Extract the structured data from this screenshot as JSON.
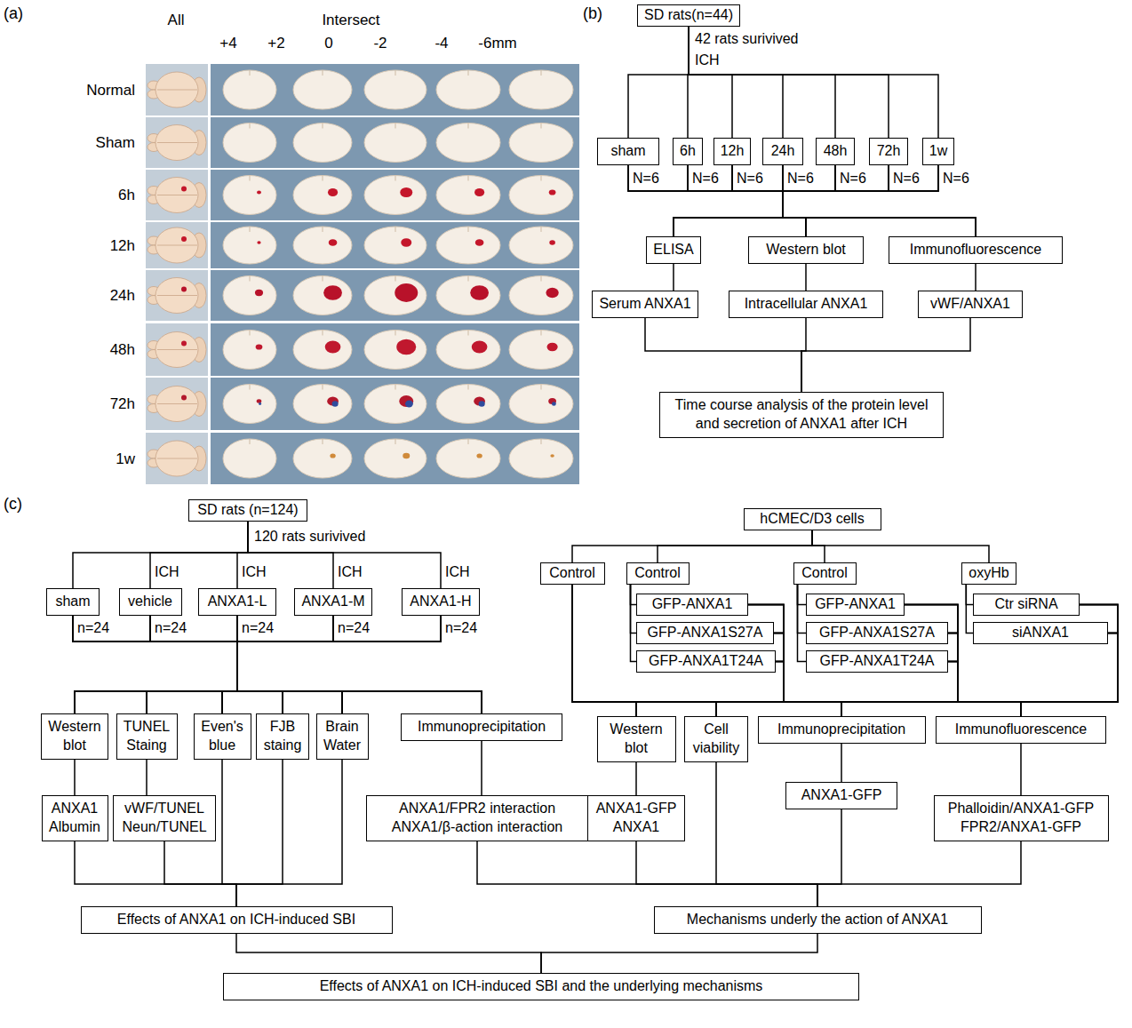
{
  "diagram": {
    "nodes": [
      {
        "text": [
          "SD rats(n=44)"
        ]
      },
      {
        "text": [
          "sham"
        ]
      },
      {
        "text": [
          "6h"
        ]
      },
      {
        "text": [
          "12h"
        ]
      },
      {
        "text": [
          "24h"
        ]
      },
      {
        "text": [
          "48h"
        ]
      },
      {
        "text": [
          "72h"
        ]
      },
      {
        "text": [
          "1w"
        ]
      },
      {
        "text": [
          "ELISA"
        ]
      },
      {
        "text": [
          "Western blot"
        ]
      },
      {
        "text": [
          "Immunofluorescence"
        ]
      },
      {
        "text": [
          "Serum ANXA1"
        ]
      },
      {
        "text": [
          "Intracellular ANXA1"
        ]
      },
      {
        "text": [
          "vWF/ANXA1"
        ]
      },
      {
        "text": [
          "Time course analysis of the protein level and secretion of ANXA1 after ICH"
        ]
      },
      {
        "text": [
          "SD rats (n=124)"
        ]
      },
      {
        "text": [
          "sham"
        ]
      },
      {
        "text": [
          "vehicle"
        ]
      },
      {
        "text": [
          "ANXA1-L"
        ]
      },
      {
        "text": [
          "ANXA1-M"
        ]
      },
      {
        "text": [
          "ANXA1-H"
        ]
      },
      {
        "text": [
          "Western blot"
        ]
      },
      {
        "text": [
          "TUNEL Staing"
        ]
      },
      {
        "text": [
          "Even's blue"
        ]
      },
      {
        "text": [
          "FJB staing"
        ]
      },
      {
        "text": [
          "Brain Water"
        ]
      },
      {
        "text": [
          "Immunoprecipitation"
        ]
      },
      {
        "text": [
          "ANXA1 Albumin"
        ]
      },
      {
        "text": [
          "vWF/TUNEL Neun/TUNEL"
        ]
      },
      {
        "text": [
          "ANXA1/FPR2 interaction ANXA1/β-action interaction"
        ]
      },
      {
        "text": [
          "hCMEC/D3 cells"
        ]
      },
      {
        "text": [
          "Control"
        ]
      },
      {
        "text": [
          "Control"
        ]
      },
      {
        "text": [
          "GFP-ANXA1"
        ]
      },
      {
        "text": [
          "GFP-ANXA1S27A"
        ]
      },
      {
        "text": [
          "GFP-ANXA1T24A"
        ]
      },
      {
        "text": [
          "Control"
        ]
      },
      {
        "text": [
          "GFP-ANXA1"
        ]
      },
      {
        "text": [
          "GFP-ANXA1S27A"
        ]
      },
      {
        "text": [
          "GFP-ANXA1T24A"
        ]
      },
      {
        "text": [
          "oxyHb"
        ]
      },
      {
        "text": [
          "Ctr siRNA"
        ]
      },
      {
        "text": [
          "siANXA1"
        ]
      },
      {
        "text": [
          "Western blot"
        ]
      },
      {
        "text": [
          "Cell viability"
        ]
      },
      {
        "text": [
          "Immunoprecipitation"
        ]
      },
      {
        "text": [
          "Immunofluorescence"
        ]
      },
      {
        "text": [
          "ANXA1-GFP ANXA1"
        ]
      },
      {
        "text": [
          "ANXA1-GFP"
        ]
      },
      {
        "text": [
          "Phalloidin/ANXA1-GFP FPR2/ANXA1-GFP"
        ]
      },
      {
        "text": [
          "Effects of ANXA1 on ICH-induced SBI"
        ]
      },
      {
        "text": [
          "Mechanisms underly the action of ANXA1"
        ]
      },
      {
        "text": [
          "Effects of ANXA1 on ICH-induced SBI and the underlying mechanisms"
        ]
      }
    ],
    "edges": [
      {
        "from": 0,
        "to": 1,
        "arrow": "none"
      },
      {
        "from": 0,
        "to": 2,
        "arrow": "none"
      },
      {
        "from": 0,
        "to": 3,
        "arrow": "none"
      },
      {
        "from": 0,
        "to": 4,
        "arrow": "none"
      },
      {
        "from": 0,
        "to": 5,
        "arrow": "none"
      },
      {
        "from": 0,
        "to": 6,
        "arrow": "none"
      },
      {
        "from": 0,
        "to": 7,
        "arrow": "none"
      },
      {
        "from": 1,
        "to": 8,
        "arrow": "none"
      },
      {
        "from": 1,
        "to": 9,
        "arrow": "none"
      },
      {
        "from": 1,
        "to": 10,
        "arrow": "none"
      },
      {
        "from": 2,
        "to": 8,
        "arrow": "none"
      },
      {
        "from": 2,
        "to": 9,
        "arrow": "none"
      },
      {
        "from": 2,
        "to": 10,
        "arrow": "none"
      },
      {
        "from": 3,
        "to": 8,
        "arrow": "none"
      },
      {
        "from": 3,
        "to": 9,
        "arrow": "none"
      },
      {
        "from": 3,
        "to": 10,
        "arrow": "none"
      },
      {
        "from": 4,
        "to": 8,
        "arrow": "none"
      },
      {
        "from": 4,
        "to": 9,
        "arrow": "none"
      },
      {
        "from": 4,
        "to": 10,
        "arrow": "none"
      },
      {
        "from": 5,
        "to": 8,
        "arrow": "none"
      },
      {
        "from": 5,
        "to": 9,
        "arrow": "none"
      },
      {
        "from": 5,
        "to": 10,
        "arrow": "none"
      },
      {
        "from": 6,
        "to": 8,
        "arrow": "none"
      },
      {
        "from": 6,
        "to": 9,
        "arrow": "none"
      },
      {
        "from": 6,
        "to": 10,
        "arrow": "none"
      },
      {
        "from": 7,
        "to": 8,
        "arrow": "none"
      },
      {
        "from": 7,
        "to": 9,
        "arrow": "none"
      },
      {
        "from": 7,
        "to": 10,
        "arrow": "none"
      },
      {
        "from": 8,
        "to": 11,
        "arrow": "none"
      },
      {
        "from": 9,
        "to": 12,
        "arrow": "none"
      },
      {
        "from": 10,
        "to": 13,
        "arrow": "none"
      },
      {
        "from": 11,
        "to": 14,
        "arrow": "none"
      },
      {
        "from": 12,
        "to": 14,
        "arrow": "none"
      },
      {
        "from": 13,
        "to": 14,
        "arrow": "none"
      },
      {
        "from": 15,
        "to": 16,
        "arrow": "none"
      },
      {
        "from": 15,
        "to": 17,
        "arrow": "none"
      },
      {
        "from": 15,
        "to": 18,
        "arrow": "none"
      },
      {
        "from": 15,
        "to": 19,
        "arrow": "none"
      },
      {
        "from": 15,
        "to": 20,
        "arrow": "none"
      },
      {
        "from": 16,
        "to": 21,
        "arrow": "none"
      },
      {
        "from": 16,
        "to": 22,
        "arrow": "none"
      },
      {
        "from": 16,
        "to": 23,
        "arrow": "none"
      },
      {
        "from": 16,
        "to": 24,
        "arrow": "none"
      },
      {
        "from": 16,
        "to": 25,
        "arrow": "none"
      },
      {
        "from": 16,
        "to": 26,
        "arrow": "none"
      },
      {
        "from": 17,
        "to": 21,
        "arrow": "none"
      },
      {
        "from": 17,
        "to": 22,
        "arrow": "none"
      },
      {
        "from": 17,
        "to": 23,
        "arrow": "none"
      },
      {
        "from": 17,
        "to": 24,
        "arrow": "none"
      },
      {
        "from": 17,
        "to": 25,
        "arrow": "none"
      },
      {
        "from": 17,
        "to": 26,
        "arrow": "none"
      },
      {
        "from": 18,
        "to": 21,
        "arrow": "none"
      },
      {
        "from": 18,
        "to": 22,
        "arrow": "none"
      },
      {
        "from": 18,
        "to": 23,
        "arrow": "none"
      },
      {
        "from": 18,
        "to": 24,
        "arrow": "none"
      },
      {
        "from": 18,
        "to": 25,
        "arrow": "none"
      },
      {
        "from": 18,
        "to": 26,
        "arrow": "none"
      },
      {
        "from": 19,
        "to": 21,
        "arrow": "none"
      },
      {
        "from": 19,
        "to": 22,
        "arrow": "none"
      },
      {
        "from": 19,
        "to": 23,
        "arrow": "none"
      },
      {
        "from": 19,
        "to": 24,
        "arrow": "none"
      },
      {
        "from": 19,
        "to": 25,
        "arrow": "none"
      },
      {
        "from": 19,
        "to": 26,
        "arrow": "none"
      },
      {
        "from": 20,
        "to": 21,
        "arrow": "none"
      },
      {
        "from": 20,
        "to": 22,
        "arrow": "none"
      },
      {
        "from": 20,
        "to": 23,
        "arrow": "none"
      },
      {
        "from": 20,
        "to": 24,
        "arrow": "none"
      },
      {
        "from": 20,
        "to": 25,
        "arrow": "none"
      },
      {
        "from": 20,
        "to": 26,
        "arrow": "none"
      },
      {
        "from": 21,
        "to": 27,
        "arrow": "none"
      },
      {
        "from": 22,
        "to": 28,
        "arrow": "none"
      },
      {
        "from": 26,
        "to": 29,
        "arrow": "none"
      },
      {
        "from": 27,
        "to": 50,
        "arrow": "none"
      },
      {
        "from": 28,
        "to": 50,
        "arrow": "none"
      },
      {
        "from": 23,
        "to": 50,
        "arrow": "none"
      },
      {
        "from": 24,
        "to": 50,
        "arrow": "none"
      },
      {
        "from": 25,
        "to": 50,
        "arrow": "none"
      },
      {
        "from": 29,
        "to": 51,
        "arrow": "none"
      },
      {
        "from": 30,
        "to": 31,
        "arrow": "none"
      },
      {
        "from": 30,
        "to": 32,
        "arrow": "none"
      },
      {
        "from": 30,
        "to": 36,
        "arrow": "none"
      },
      {
        "from": 30,
        "to": 40,
        "arrow": "none"
      },
      {
        "from": 32,
        "to": 33,
        "arrow": "none"
      },
      {
        "from": 32,
        "to": 34,
        "arrow": "none"
      },
      {
        "from": 32,
        "to": 35,
        "arrow": "none"
      },
      {
        "from": 36,
        "to": 37,
        "arrow": "none"
      },
      {
        "from": 36,
        "to": 38,
        "arrow": "none"
      },
      {
        "from": 36,
        "to": 39,
        "arrow": "none"
      },
      {
        "from": 40,
        "to": 41,
        "arrow": "none"
      },
      {
        "from": 40,
        "to": 42,
        "arrow": "none"
      },
      {
        "from": 31,
        "to": 43,
        "arrow": "none"
      },
      {
        "from": 31,
        "to": 44,
        "arrow": "none"
      },
      {
        "from": 31,
        "to": 45,
        "arrow": "none"
      },
      {
        "from": 31,
        "to": 46,
        "arrow": "none"
      },
      {
        "from": 33,
        "to": 43,
        "arrow": "none"
      },
      {
        "from": 33,
        "to": 44,
        "arrow": "none"
      },
      {
        "from": 33,
        "to": 45,
        "arrow": "none"
      },
      {
        "from": 33,
        "to": 46,
        "arrow": "none"
      },
      {
        "from": 34,
        "to": 43,
        "arrow": "none"
      },
      {
        "from": 34,
        "to": 44,
        "arrow": "none"
      },
      {
        "from": 34,
        "to": 45,
        "arrow": "none"
      },
      {
        "from": 34,
        "to": 46,
        "arrow": "none"
      },
      {
        "from": 35,
        "to": 43,
        "arrow": "none"
      },
      {
        "from": 35,
        "to": 44,
        "arrow": "none"
      },
      {
        "from": 35,
        "to": 45,
        "arrow": "none"
      },
      {
        "from": 35,
        "to": 46,
        "arrow": "none"
      },
      {
        "from": 37,
        "to": 43,
        "arrow": "none"
      },
      {
        "from": 37,
        "to": 44,
        "arrow": "none"
      },
      {
        "from": 37,
        "to": 45,
        "arrow": "none"
      },
      {
        "from": 37,
        "to": 46,
        "arrow": "none"
      },
      {
        "from": 38,
        "to": 43,
        "arrow": "none"
      },
      {
        "from": 38,
        "to": 44,
        "arrow": "none"
      },
      {
        "from": 38,
        "to": 45,
        "arrow": "none"
      },
      {
        "from": 38,
        "to": 46,
        "arrow": "none"
      },
      {
        "from": 39,
        "to": 43,
        "arrow": "none"
      },
      {
        "from": 39,
        "to": 44,
        "arrow": "none"
      },
      {
        "from": 39,
        "to": 45,
        "arrow": "none"
      },
      {
        "from": 39,
        "to": 46,
        "arrow": "none"
      },
      {
        "from": 41,
        "to": 43,
        "arrow": "none"
      },
      {
        "from": 41,
        "to": 44,
        "arrow": "none"
      },
      {
        "from": 41,
        "to": 45,
        "arrow": "none"
      },
      {
        "from": 41,
        "to": 46,
        "arrow": "none"
      },
      {
        "from": 42,
        "to": 43,
        "arrow": "none"
      },
      {
        "from": 42,
        "to": 44,
        "arrow": "none"
      },
      {
        "from": 42,
        "to": 45,
        "arrow": "none"
      },
      {
        "from": 42,
        "to": 46,
        "arrow": "none"
      },
      {
        "from": 43,
        "to": 47,
        "arrow": "none"
      },
      {
        "from": 45,
        "to": 48,
        "arrow": "none"
      },
      {
        "from": 46,
        "to": 49,
        "arrow": "none"
      },
      {
        "from": 47,
        "to": 51,
        "arrow": "none"
      },
      {
        "from": 44,
        "to": 51,
        "arrow": "none"
      },
      {
        "from": 48,
        "to": 51,
        "arrow": "none"
      },
      {
        "from": 49,
        "to": 51,
        "arrow": "none"
      },
      {
        "from": 50,
        "to": 52,
        "arrow": "none"
      },
      {
        "from": 51,
        "to": 52,
        "arrow": "none"
      }
    ],
    "labels": [
      "(a)",
      "All",
      "Intersect",
      "+4",
      "+2",
      "0",
      "-2",
      "-4",
      "-6mm",
      "Normal",
      "Sham",
      "6h",
      "12h",
      "24h",
      "48h",
      "72h",
      "1w",
      "(b)",
      "42 rats surivived",
      "ICH",
      "N=6",
      "N=6",
      "N=6",
      "N=6",
      "N=6",
      "N=6",
      "N=6",
      "(c)",
      "120 rats surivived",
      "ICH",
      "ICH",
      "ICH",
      "ICH",
      "n=24",
      "n=24",
      "n=24",
      "n=24",
      "n=24"
    ]
  }
}
